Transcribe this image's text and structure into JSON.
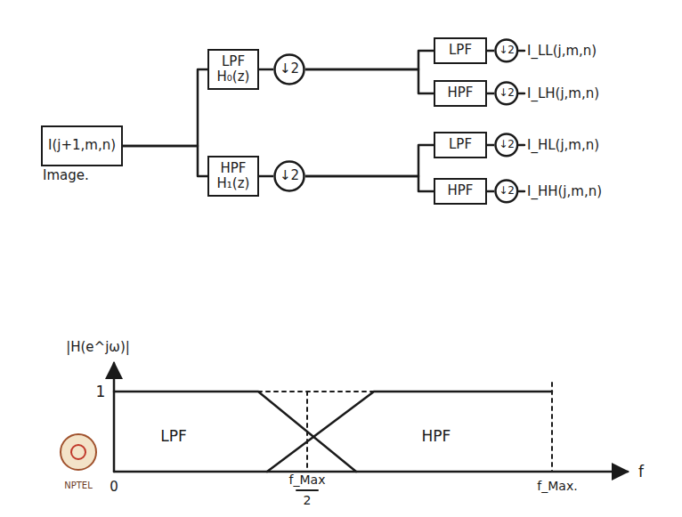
{
  "diagram": {
    "nodes": [
      {
        "text": [
          "I(j+1,m,n)",
          "Image."
        ]
      },
      {
        "text": [
          "LPF H₀(z)"
        ]
      },
      {
        "text": [
          "HPF H₁(z)"
        ]
      },
      {
        "text": [
          "↓2"
        ]
      },
      {
        "text": [
          "↓2"
        ]
      },
      {
        "text": [
          "LPF"
        ]
      },
      {
        "text": [
          "HPF"
        ]
      },
      {
        "text": [
          "LPF"
        ]
      },
      {
        "text": [
          "HPF"
        ]
      },
      {
        "text": [
          "↓2"
        ]
      },
      {
        "text": [
          "↓2"
        ]
      },
      {
        "text": [
          "↓2"
        ]
      },
      {
        "text": [
          "↓2"
        ]
      }
    ],
    "edges": [
      {
        "from": 0,
        "to": 1,
        "arrow": "none"
      },
      {
        "from": 0,
        "to": 2,
        "arrow": "none"
      },
      {
        "from": 1,
        "to": 3,
        "arrow": "none"
      },
      {
        "from": 2,
        "to": 4,
        "arrow": "none"
      },
      {
        "from": 3,
        "to": 5,
        "arrow": "none"
      },
      {
        "from": 3,
        "to": 6,
        "arrow": "none"
      },
      {
        "from": 4,
        "to": 7,
        "arrow": "none"
      },
      {
        "from": 4,
        "to": 8,
        "arrow": "none"
      },
      {
        "from": 5,
        "to": 9,
        "arrow": "none"
      },
      {
        "from": 6,
        "to": 10,
        "arrow": "none"
      },
      {
        "from": 7,
        "to": 11,
        "arrow": "none"
      },
      {
        "from": 8,
        "to": 12,
        "arrow": "none"
      }
    ],
    "labels": [
      "I_LL(j,m,n)",
      "I_LH(j,m,n)",
      "I_HL(j,m,n)",
      "I_HH(j,m,n)",
      "|H(e^jω)|",
      "1",
      "LPF",
      "HPF",
      "0",
      "f_Max",
      "2",
      "f_Max.",
      "f",
      "NPTEL"
    ]
  }
}
